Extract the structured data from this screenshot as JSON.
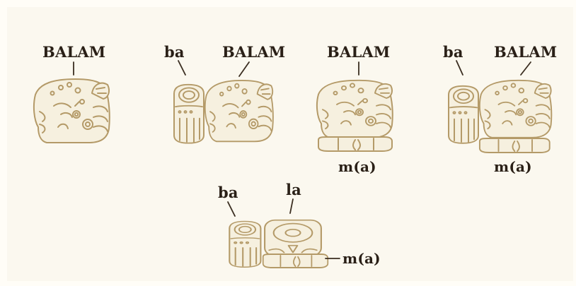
{
  "labels": {
    "g1_top": "BALAM",
    "g2_left": "ba",
    "g2_right": "BALAM",
    "g3_top": "BALAM",
    "g3_bottom": "m(a)",
    "g4_left": "ba",
    "g4_right": "BALAM",
    "g4_bottom": "m(a)",
    "g5_left": "ba",
    "g5_top": "la",
    "g5_right": "m(a)"
  },
  "colors": {
    "glyph_fill": "#f6f0df",
    "glyph_stroke": "#b49a68",
    "leader": "#3a2d20",
    "text": "#2a2017",
    "background": "#fbf8ef"
  }
}
